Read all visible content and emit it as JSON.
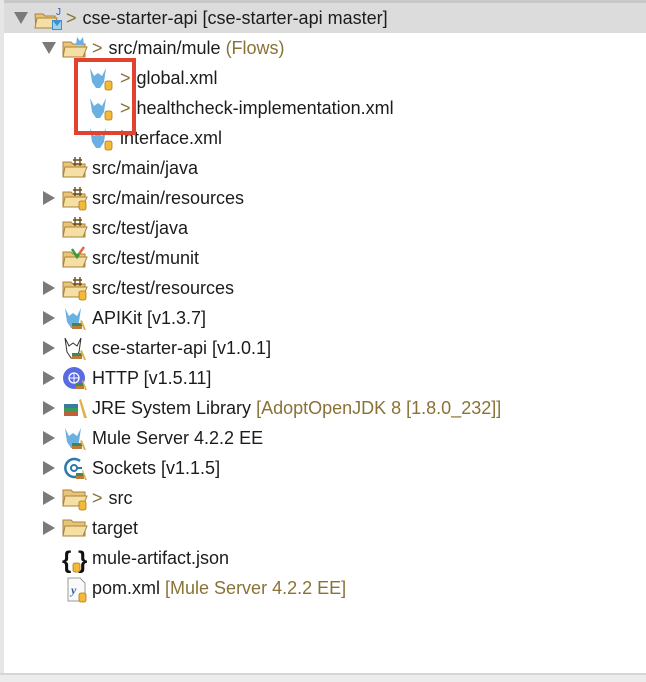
{
  "project": {
    "name": "cse-starter-api",
    "decoration": "[cse-starter-api master]",
    "dirty_marker": ">"
  },
  "tree": [
    {
      "id": "root",
      "label": "cse-starter-api [cse-starter-api master]",
      "prefix": ">",
      "suffix": "",
      "icon": "java-project-icon",
      "expanded": true,
      "selected": true,
      "level": 0
    },
    {
      "id": "src-main-mule",
      "label": "src/main/mule",
      "prefix": ">",
      "suffix": "(Flows)",
      "icon": "mule-source-folder-icon",
      "expanded": true,
      "level": 1
    },
    {
      "id": "global-xml",
      "label": "global.xml",
      "prefix": ">",
      "suffix": "",
      "icon": "mule-flow-file-icon",
      "level": 2
    },
    {
      "id": "healthcheck-xml",
      "label": "healthcheck-implementation.xml",
      "prefix": ">",
      "suffix": "",
      "icon": "mule-flow-file-icon",
      "level": 2
    },
    {
      "id": "interface-xml",
      "label": "interface.xml",
      "prefix": "",
      "suffix": "",
      "icon": "mule-flow-file-icon",
      "level": 2
    },
    {
      "id": "src-main-java",
      "label": "src/main/java",
      "prefix": "",
      "suffix": "",
      "icon": "package-folder-icon",
      "level": 1
    },
    {
      "id": "src-main-resources",
      "label": "src/main/resources",
      "prefix": "",
      "suffix": "",
      "icon": "package-folder-icon",
      "collapsed": true,
      "level": 1
    },
    {
      "id": "src-test-java",
      "label": "src/test/java",
      "prefix": "",
      "suffix": "",
      "icon": "package-folder-icon",
      "level": 1
    },
    {
      "id": "src-test-munit",
      "label": "src/test/munit",
      "prefix": "",
      "suffix": "",
      "icon": "munit-folder-icon",
      "level": 1
    },
    {
      "id": "src-test-resources",
      "label": "src/test/resources",
      "prefix": "",
      "suffix": "",
      "icon": "package-folder-icon",
      "collapsed": true,
      "level": 1
    },
    {
      "id": "apikit",
      "label": "APIKit [v1.3.7]",
      "prefix": "",
      "suffix": "",
      "icon": "mule-library-icon",
      "collapsed": true,
      "level": 1
    },
    {
      "id": "cse-starter-api-lib",
      "label": "cse-starter-api [v1.0.1]",
      "prefix": "",
      "suffix": "",
      "icon": "mule-outline-library-icon",
      "collapsed": true,
      "level": 1
    },
    {
      "id": "http",
      "label": "HTTP [v1.5.11]",
      "prefix": "",
      "suffix": "",
      "icon": "http-globe-icon",
      "collapsed": true,
      "level": 1
    },
    {
      "id": "jre",
      "label": "JRE System Library",
      "prefix": "",
      "suffix": "[AdoptOpenJDK 8 [1.8.0_232]]",
      "icon": "books-library-icon",
      "collapsed": true,
      "level": 1
    },
    {
      "id": "mule-server",
      "label": "Mule Server 4.2.2 EE",
      "prefix": "",
      "suffix": "",
      "icon": "mule-library-icon",
      "collapsed": true,
      "level": 1
    },
    {
      "id": "sockets",
      "label": "Sockets [v1.1.5]",
      "prefix": "",
      "suffix": "",
      "icon": "sockets-icon",
      "collapsed": true,
      "level": 1
    },
    {
      "id": "src",
      "label": "src",
      "prefix": ">",
      "suffix": "",
      "icon": "folder-icon",
      "collapsed": true,
      "level": 1
    },
    {
      "id": "target",
      "label": "target",
      "prefix": "",
      "suffix": "",
      "icon": "folder-icon",
      "collapsed": true,
      "level": 1
    },
    {
      "id": "mule-artifact",
      "label": "mule-artifact.json",
      "prefix": "",
      "suffix": "",
      "icon": "json-braces-icon",
      "level": 1
    },
    {
      "id": "pom",
      "label": "pom.xml",
      "prefix": "",
      "suffix": "[Mule Server 4.2.2 EE]",
      "icon": "pom-file-icon",
      "level": 1
    }
  ],
  "labels": {
    "root": "cse-starter-api [cse-starter-api master]",
    "src_main_mule": "src/main/mule",
    "src_main_mule_suffix": "(Flows)",
    "global": "global.xml",
    "healthcheck": "healthcheck-implementation.xml",
    "interface": "interface.xml",
    "src_main_java": "src/main/java",
    "src_main_resources": "src/main/resources",
    "src_test_java": "src/test/java",
    "src_test_munit": "src/test/munit",
    "src_test_resources": "src/test/resources",
    "apikit": "APIKit [v1.3.7]",
    "cse_lib": "cse-starter-api [v1.0.1]",
    "http": "HTTP [v1.5.11]",
    "jre": "JRE System Library",
    "jre_suffix": "[AdoptOpenJDK 8 [1.8.0_232]]",
    "mule_server": "Mule Server 4.2.2 EE",
    "sockets": "Sockets [v1.1.5]",
    "src": "src",
    "target": "target",
    "mule_artifact": "mule-artifact.json",
    "pom": "pom.xml",
    "pom_suffix": "[Mule Server 4.2.2 EE]",
    "gt": ">"
  },
  "colors": {
    "selection": "#dcdcdc",
    "decoration": "#8a7236",
    "highlight_box": "#e2432e",
    "folder": "#e8c37a",
    "mule_blue": "#6ab0e0"
  }
}
